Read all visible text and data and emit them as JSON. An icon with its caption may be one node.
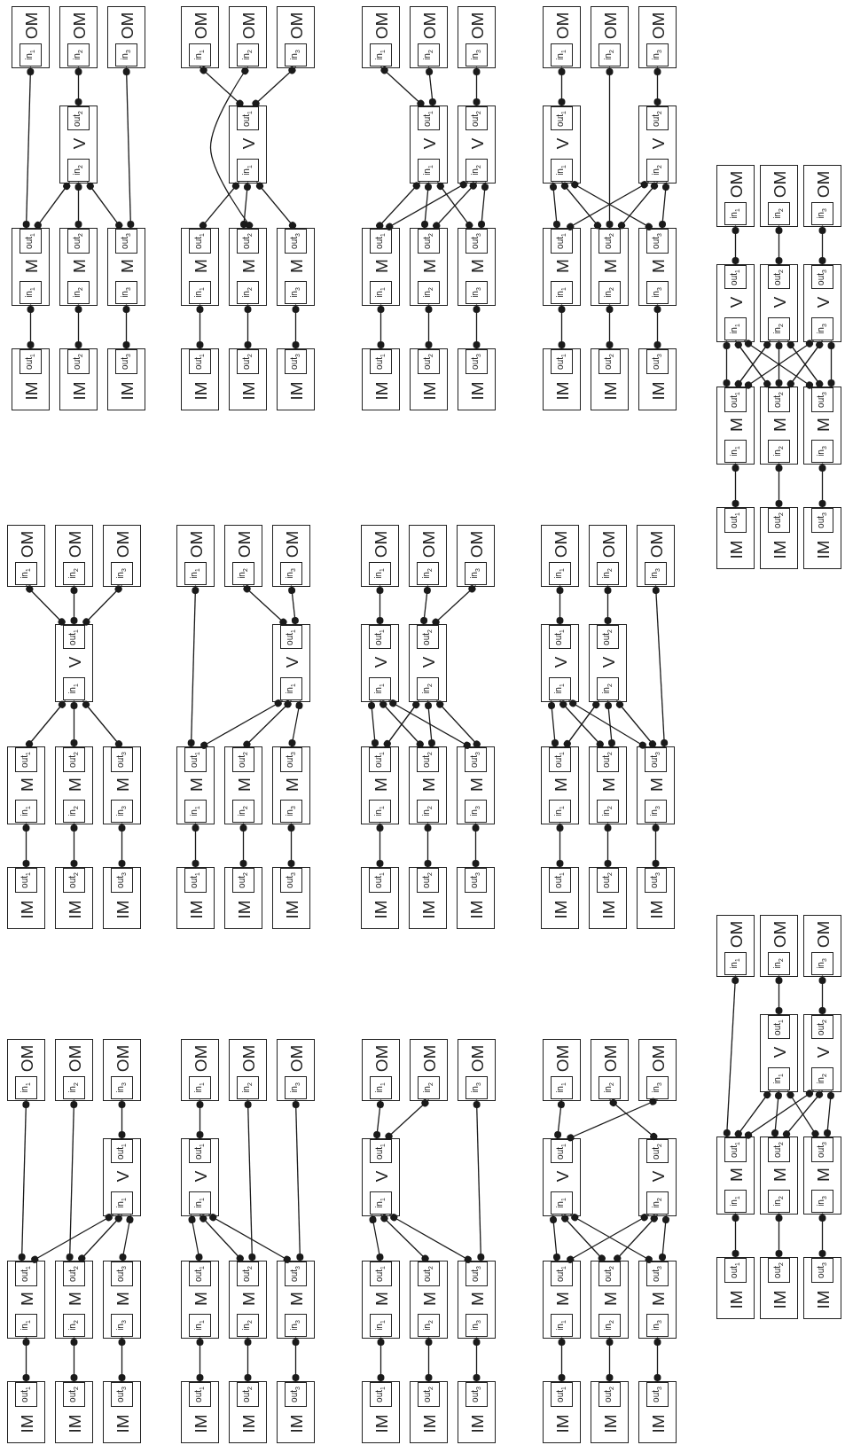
{
  "diagram": {
    "nodes": [
      {
        "text": [
          "OM"
        ]
      },
      {
        "text": [
          "in$_{1}$"
        ],
        "in": 0
      },
      {
        "text": [
          "OM"
        ]
      },
      {
        "text": [
          "in$_{2}$"
        ],
        "in": 2
      },
      {
        "text": [
          "OM"
        ]
      },
      {
        "text": [
          "in$_{3}$"
        ],
        "in": 4
      },
      {
        "text": [
          "V"
        ]
      },
      {
        "text": [
          "out$_{2}$"
        ],
        "in": 6
      },
      {
        "text": [
          "in$_{2}$"
        ],
        "in": 6
      },
      {
        "text": [
          "M"
        ]
      },
      {
        "text": [
          "out$_{1}$"
        ],
        "in": 9
      },
      {
        "text": [
          "in$_{1}$"
        ],
        "in": 9
      },
      {
        "text": [
          "M"
        ]
      },
      {
        "text": [
          "out$_{2}$"
        ],
        "in": 12
      },
      {
        "text": [
          "in$_{2}$"
        ],
        "in": 12
      },
      {
        "text": [
          "M"
        ]
      },
      {
        "text": [
          "out$_{3}$"
        ],
        "in": 15
      },
      {
        "text": [
          "in$_{3}$"
        ],
        "in": 15
      },
      {
        "text": [
          "IM"
        ]
      },
      {
        "text": [
          "out$_{1}$"
        ],
        "in": 18
      },
      {
        "text": [
          "IM"
        ]
      },
      {
        "text": [
          "out$_{2}$"
        ],
        "in": 20
      },
      {
        "text": [
          "IM"
        ]
      },
      {
        "text": [
          "out$_{3}$"
        ],
        "in": 22
      },
      {
        "text": [
          "OM"
        ]
      },
      {
        "text": [
          "in$_{1}$"
        ],
        "in": 24
      },
      {
        "text": [
          "OM"
        ]
      },
      {
        "text": [
          "in$_{2}$"
        ],
        "in": 26
      },
      {
        "text": [
          "OM"
        ]
      },
      {
        "text": [
          "in$_{3}$"
        ],
        "in": 28
      },
      {
        "text": [
          "V"
        ]
      },
      {
        "text": [
          "out$_{1}$"
        ],
        "in": 30
      },
      {
        "text": [
          "in$_{1}$"
        ],
        "in": 30
      },
      {
        "text": [
          "M"
        ]
      },
      {
        "text": [
          "out$_{1}$"
        ],
        "in": 33
      },
      {
        "text": [
          "in$_{1}$"
        ],
        "in": 33
      },
      {
        "text": [
          "M"
        ]
      },
      {
        "text": [
          "out$_{2}$"
        ],
        "in": 36
      },
      {
        "text": [
          "in$_{2}$"
        ],
        "in": 36
      },
      {
        "text": [
          "M"
        ]
      },
      {
        "text": [
          "out$_{3}$"
        ],
        "in": 39
      },
      {
        "text": [
          "in$_{3}$"
        ],
        "in": 39
      },
      {
        "text": [
          "IM"
        ]
      },
      {
        "text": [
          "out$_{1}$"
        ],
        "in": 42
      },
      {
        "text": [
          "IM"
        ]
      },
      {
        "text": [
          "out$_{2}$"
        ],
        "in": 44
      },
      {
        "text": [
          "IM"
        ]
      },
      {
        "text": [
          "out$_{3}$"
        ],
        "in": 46
      },
      {
        "text": [
          "OM"
        ]
      },
      {
        "text": [
          "in$_{1}$"
        ],
        "in": 48
      },
      {
        "text": [
          "OM"
        ]
      },
      {
        "text": [
          "in$_{2}$"
        ],
        "in": 50
      },
      {
        "text": [
          "OM"
        ]
      },
      {
        "text": [
          "in$_{3}$"
        ],
        "in": 52
      },
      {
        "text": [
          "V"
        ]
      },
      {
        "text": [
          "out$_{1}$"
        ],
        "in": 54
      },
      {
        "text": [
          "in$_{1}$"
        ],
        "in": 54
      },
      {
        "text": [
          "V"
        ]
      },
      {
        "text": [
          "out$_{2}$"
        ],
        "in": 57
      },
      {
        "text": [
          "in$_{2}$"
        ],
        "in": 57
      },
      {
        "text": [
          "M"
        ]
      },
      {
        "text": [
          "out$_{1}$"
        ],
        "in": 60
      },
      {
        "text": [
          "in$_{1}$"
        ],
        "in": 60
      },
      {
        "text": [
          "M"
        ]
      },
      {
        "text": [
          "out$_{2}$"
        ],
        "in": 63
      },
      {
        "text": [
          "in$_{2}$"
        ],
        "in": 63
      },
      {
        "text": [
          "M"
        ]
      },
      {
        "text": [
          "out$_{3}$"
        ],
        "in": 66
      },
      {
        "text": [
          "in$_{3}$"
        ],
        "in": 66
      },
      {
        "text": [
          "IM"
        ]
      },
      {
        "text": [
          "out$_{1}$"
        ],
        "in": 69
      },
      {
        "text": [
          "IM"
        ]
      },
      {
        "text": [
          "out$_{2}$"
        ],
        "in": 71
      },
      {
        "text": [
          "IM"
        ]
      },
      {
        "text": [
          "out$_{3}$"
        ],
        "in": 73
      },
      {
        "text": [
          "OM"
        ]
      },
      {
        "text": [
          "in$_{1}$"
        ],
        "in": 75
      },
      {
        "text": [
          "OM"
        ]
      },
      {
        "text": [
          "in$_{2}$"
        ],
        "in": 77
      },
      {
        "text": [
          "OM"
        ]
      },
      {
        "text": [
          "in$_{3}$"
        ],
        "in": 79
      },
      {
        "text": [
          "V"
        ]
      },
      {
        "text": [
          "out$_{1}$"
        ],
        "in": 81
      },
      {
        "text": [
          "in$_{1}$"
        ],
        "in": 81
      },
      {
        "text": [
          "V"
        ]
      },
      {
        "text": [
          "out$_{2}$"
        ],
        "in": 84
      },
      {
        "text": [
          "in$_{2}$"
        ],
        "in": 84
      },
      {
        "text": [
          "M"
        ]
      },
      {
        "text": [
          "out$_{1}$"
        ],
        "in": 87
      },
      {
        "text": [
          "in$_{1}$"
        ],
        "in": 87
      },
      {
        "text": [
          "M"
        ]
      },
      {
        "text": [
          "out$_{2}$"
        ],
        "in": 90
      },
      {
        "text": [
          "in$_{2}$"
        ],
        "in": 90
      },
      {
        "text": [
          "M"
        ]
      },
      {
        "text": [
          "out$_{3}$"
        ],
        "in": 93
      },
      {
        "text": [
          "in$_{3}$"
        ],
        "in": 93
      },
      {
        "text": [
          "IM"
        ]
      },
      {
        "text": [
          "out$_{1}$"
        ],
        "in": 96
      },
      {
        "text": [
          "IM"
        ]
      },
      {
        "text": [
          "out$_{2}$"
        ],
        "in": 98
      },
      {
        "text": [
          "IM"
        ]
      },
      {
        "text": [
          "out$_{3}$"
        ],
        "in": 100
      },
      {
        "text": [
          "OM"
        ]
      },
      {
        "text": [
          "in$_{1}$"
        ],
        "in": 102
      },
      {
        "text": [
          "OM"
        ]
      },
      {
        "text": [
          "in$_{2}$"
        ],
        "in": 104
      },
      {
        "text": [
          "OM"
        ]
      },
      {
        "text": [
          "in$_{3}$"
        ],
        "in": 106
      },
      {
        "text": [
          "V"
        ]
      },
      {
        "text": [
          "out$_{1}$"
        ],
        "in": 108
      },
      {
        "text": [
          "in$_{1}$"
        ],
        "in": 108
      },
      {
        "text": [
          "V"
        ]
      },
      {
        "text": [
          "out$_{2}$"
        ],
        "in": 111
      },
      {
        "text": [
          "in$_{2}$"
        ],
        "in": 111
      },
      {
        "text": [
          "V"
        ]
      },
      {
        "text": [
          "out$_{3}$"
        ],
        "in": 114
      },
      {
        "text": [
          "in$_{3}$"
        ],
        "in": 114
      },
      {
        "text": [
          "M"
        ]
      },
      {
        "text": [
          "out$_{1}$"
        ],
        "in": 117
      },
      {
        "text": [
          "in$_{1}$"
        ],
        "in": 117
      },
      {
        "text": [
          "M"
        ]
      },
      {
        "text": [
          "out$_{2}$"
        ],
        "in": 120
      },
      {
        "text": [
          "in$_{2}$"
        ],
        "in": 120
      },
      {
        "text": [
          "M"
        ]
      },
      {
        "text": [
          "out$_{3}$"
        ],
        "in": 123
      },
      {
        "text": [
          "in$_{3}$"
        ],
        "in": 123
      },
      {
        "text": [
          "IM"
        ]
      },
      {
        "text": [
          "out$_{1}$"
        ],
        "in": 126
      },
      {
        "text": [
          "IM"
        ]
      },
      {
        "text": [
          "out$_{2}$"
        ],
        "in": 128
      },
      {
        "text": [
          "IM"
        ]
      },
      {
        "text": [
          "out$_{3}$"
        ],
        "in": 130
      },
      {
        "text": [
          "OM"
        ]
      },
      {
        "text": [
          "in$_{1}$"
        ],
        "in": 132
      },
      {
        "text": [
          "OM"
        ]
      },
      {
        "text": [
          "in$_{2}$"
        ],
        "in": 134
      },
      {
        "text": [
          "OM"
        ]
      },
      {
        "text": [
          "in$_{3}$"
        ],
        "in": 136
      },
      {
        "text": [
          "V"
        ]
      },
      {
        "text": [
          "out$_{1}$"
        ],
        "in": 138
      },
      {
        "text": [
          "in$_{1}$"
        ],
        "in": 138
      },
      {
        "text": [
          "M"
        ]
      },
      {
        "text": [
          "out$_{1}$"
        ],
        "in": 141
      },
      {
        "text": [
          "in$_{1}$"
        ],
        "in": 141
      },
      {
        "text": [
          "M"
        ]
      },
      {
        "text": [
          "out$_{2}$"
        ],
        "in": 144
      },
      {
        "text": [
          "in$_{2}$"
        ],
        "in": 144
      },
      {
        "text": [
          "M"
        ]
      },
      {
        "text": [
          "out$_{3}$"
        ],
        "in": 147
      },
      {
        "text": [
          "in$_{3}$"
        ],
        "in": 147
      },
      {
        "text": [
          "IM"
        ]
      },
      {
        "text": [
          "out$_{1}$"
        ],
        "in": 150
      },
      {
        "text": [
          "IM"
        ]
      },
      {
        "text": [
          "out$_{2}$"
        ],
        "in": 152
      },
      {
        "text": [
          "IM"
        ]
      },
      {
        "text": [
          "out$_{3}$"
        ],
        "in": 154
      },
      {
        "text": [
          "OM"
        ]
      },
      {
        "text": [
          "in$_{1}$"
        ],
        "in": 156
      },
      {
        "text": [
          "OM"
        ]
      },
      {
        "text": [
          "in$_{2}$"
        ],
        "in": 158
      },
      {
        "text": [
          "OM"
        ]
      },
      {
        "text": [
          "in$_{3}$"
        ],
        "in": 160
      },
      {
        "text": [
          "V"
        ]
      },
      {
        "text": [
          "out$_{1}$"
        ],
        "in": 162
      },
      {
        "text": [
          "in$_{1}$"
        ],
        "in": 162
      },
      {
        "text": [
          "M"
        ]
      },
      {
        "text": [
          "out$_{1}$"
        ],
        "in": 165
      },
      {
        "text": [
          "in$_{1}$"
        ],
        "in": 165
      },
      {
        "text": [
          "M"
        ]
      },
      {
        "text": [
          "out$_{2}$"
        ],
        "in": 168
      },
      {
        "text": [
          "in$_{2}$"
        ],
        "in": 168
      },
      {
        "text": [
          "M"
        ]
      },
      {
        "text": [
          "out$_{3}$"
        ],
        "in": 171
      },
      {
        "text": [
          "in$_{3}$"
        ],
        "in": 171
      },
      {
        "text": [
          "IM"
        ]
      },
      {
        "text": [
          "out$_{1}$"
        ],
        "in": 174
      },
      {
        "text": [
          "IM"
        ]
      },
      {
        "text": [
          "out$_{2}$"
        ],
        "in": 176
      },
      {
        "text": [
          "IM"
        ]
      },
      {
        "text": [
          "out$_{3}$"
        ],
        "in": 178
      },
      {
        "text": [
          "OM"
        ]
      },
      {
        "text": [
          "in$_{1}$"
        ],
        "in": 180
      },
      {
        "text": [
          "OM"
        ]
      },
      {
        "text": [
          "in$_{2}$"
        ],
        "in": 182
      },
      {
        "text": [
          "OM"
        ]
      },
      {
        "text": [
          "in$_{3}$"
        ],
        "in": 184
      },
      {
        "text": [
          "V"
        ]
      },
      {
        "text": [
          "out$_{1}$"
        ],
        "in": 186
      },
      {
        "text": [
          "in$_{1}$"
        ],
        "in": 186
      },
      {
        "text": [
          "V"
        ]
      },
      {
        "text": [
          "out$_{2}$"
        ],
        "in": 189
      },
      {
        "text": [
          "in$_{2}$"
        ],
        "in": 189
      },
      {
        "text": [
          "M"
        ]
      },
      {
        "text": [
          "out$_{1}$"
        ],
        "in": 192
      },
      {
        "text": [
          "in$_{1}$"
        ],
        "in": 192
      },
      {
        "text": [
          "M"
        ]
      },
      {
        "text": [
          "out$_{2}$"
        ],
        "in": 195
      },
      {
        "text": [
          "in$_{2}$"
        ],
        "in": 195
      },
      {
        "text": [
          "M"
        ]
      },
      {
        "text": [
          "out$_{3}$"
        ],
        "in": 198
      },
      {
        "text": [
          "in$_{3}$"
        ],
        "in": 198
      },
      {
        "text": [
          "IM"
        ]
      },
      {
        "text": [
          "out$_{1}$"
        ],
        "in": 201
      },
      {
        "text": [
          "IM"
        ]
      },
      {
        "text": [
          "out$_{2}$"
        ],
        "in": 203
      },
      {
        "text": [
          "IM"
        ]
      },
      {
        "text": [
          "out$_{3}$"
        ],
        "in": 205
      },
      {
        "text": [
          "OM"
        ]
      },
      {
        "text": [
          "in$_{1}$"
        ],
        "in": 207
      },
      {
        "text": [
          "OM"
        ]
      },
      {
        "text": [
          "in$_{2}$"
        ],
        "in": 209
      },
      {
        "text": [
          "OM"
        ]
      },
      {
        "text": [
          "in$_{3}$"
        ],
        "in": 211
      },
      {
        "text": [
          "V"
        ]
      },
      {
        "text": [
          "out$_{1}$"
        ],
        "in": 213
      },
      {
        "text": [
          "in$_{1}$"
        ],
        "in": 213
      },
      {
        "text": [
          "V"
        ]
      },
      {
        "text": [
          "out$_{2}$"
        ],
        "in": 216
      },
      {
        "text": [
          "in$_{2}$"
        ],
        "in": 216
      },
      {
        "text": [
          "M"
        ]
      },
      {
        "text": [
          "out$_{1}$"
        ],
        "in": 219
      },
      {
        "text": [
          "in$_{1}$"
        ],
        "in": 219
      },
      {
        "text": [
          "M"
        ]
      },
      {
        "text": [
          "out$_{2}$"
        ],
        "in": 222
      },
      {
        "text": [
          "in$_{2}$"
        ],
        "in": 222
      },
      {
        "text": [
          "M"
        ]
      },
      {
        "text": [
          "out$_{3}$"
        ],
        "in": 225
      },
      {
        "text": [
          "in$_{3}$"
        ],
        "in": 225
      },
      {
        "text": [
          "IM"
        ]
      },
      {
        "text": [
          "out$_{1}$"
        ],
        "in": 228
      },
      {
        "text": [
          "IM"
        ]
      },
      {
        "text": [
          "out$_{2}$"
        ],
        "in": 230
      },
      {
        "text": [
          "IM"
        ]
      },
      {
        "text": [
          "out$_{3}$"
        ],
        "in": 232
      },
      {
        "text": [
          "OM"
        ]
      },
      {
        "text": [
          "in$_{1}$"
        ],
        "in": 234
      },
      {
        "text": [
          "OM"
        ]
      },
      {
        "text": [
          "in$_{2}$"
        ],
        "in": 236
      },
      {
        "text": [
          "OM"
        ]
      },
      {
        "text": [
          "in$_{3}$"
        ],
        "in": 238
      },
      {
        "text": [
          "V"
        ]
      },
      {
        "text": [
          "out$_{1}$"
        ],
        "in": 240
      },
      {
        "text": [
          "in$_{1}$"
        ],
        "in": 240
      },
      {
        "text": [
          "M"
        ]
      },
      {
        "text": [
          "out$_{1}$"
        ],
        "in": 243
      },
      {
        "text": [
          "in$_{1}$"
        ],
        "in": 243
      },
      {
        "text": [
          "M"
        ]
      },
      {
        "text": [
          "out$_{2}$"
        ],
        "in": 246
      },
      {
        "text": [
          "in$_{2}$"
        ],
        "in": 246
      },
      {
        "text": [
          "M"
        ]
      },
      {
        "text": [
          "out$_{3}$"
        ],
        "in": 249
      },
      {
        "text": [
          "in$_{3}$"
        ],
        "in": 249
      },
      {
        "text": [
          "IM"
        ]
      },
      {
        "text": [
          "out$_{1}$"
        ],
        "in": 252
      },
      {
        "text": [
          "IM"
        ]
      },
      {
        "text": [
          "out$_{2}$"
        ],
        "in": 254
      },
      {
        "text": [
          "IM"
        ]
      },
      {
        "text": [
          "out$_{3}$"
        ],
        "in": 256
      },
      {
        "text": [
          "OM"
        ]
      },
      {
        "text": [
          "in$_{1}$"
        ],
        "in": 258
      },
      {
        "text": [
          "OM"
        ]
      },
      {
        "text": [
          "in$_{2}$"
        ],
        "in": 260
      },
      {
        "text": [
          "OM"
        ]
      },
      {
        "text": [
          "in$_{3}$"
        ],
        "in": 262
      },
      {
        "text": [
          "V"
        ]
      },
      {
        "text": [
          "out$_{1}$"
        ],
        "in": 264
      },
      {
        "text": [
          "in$_{1}$"
        ],
        "in": 264
      },
      {
        "text": [
          "M"
        ]
      },
      {
        "text": [
          "out$_{1}$"
        ],
        "in": 267
      },
      {
        "text": [
          "in$_{1}$"
        ],
        "in": 267
      },
      {
        "text": [
          "M"
        ]
      },
      {
        "text": [
          "out$_{2}$"
        ],
        "in": 270
      },
      {
        "text": [
          "in$_{2}$"
        ],
        "in": 270
      },
      {
        "text": [
          "M"
        ]
      },
      {
        "text": [
          "out$_{3}$"
        ],
        "in": 273
      },
      {
        "text": [
          "in$_{3}$"
        ],
        "in": 273
      },
      {
        "text": [
          "IM"
        ]
      },
      {
        "text": [
          "out$_{1}$"
        ],
        "in": 276
      },
      {
        "text": [
          "IM"
        ]
      },
      {
        "text": [
          "out$_{2}$"
        ],
        "in": 278
      },
      {
        "text": [
          "IM"
        ]
      },
      {
        "text": [
          "out$_{3}$"
        ],
        "in": 280
      },
      {
        "text": [
          "OM"
        ]
      },
      {
        "text": [
          "in$_{1}$"
        ],
        "in": 282
      },
      {
        "text": [
          "OM"
        ]
      },
      {
        "text": [
          "in$_{2}$"
        ],
        "in": 284
      },
      {
        "text": [
          "OM"
        ]
      },
      {
        "text": [
          "in$_{3}$"
        ],
        "in": 286
      },
      {
        "text": [
          "V"
        ]
      },
      {
        "text": [
          "out$_{1}$"
        ],
        "in": 288
      },
      {
        "text": [
          "in$_{1}$"
        ],
        "in": 288
      },
      {
        "text": [
          "M"
        ]
      },
      {
        "text": [
          "out$_{1}$"
        ],
        "in": 291
      },
      {
        "text": [
          "in$_{1}$"
        ],
        "in": 291
      },
      {
        "text": [
          "M"
        ]
      },
      {
        "text": [
          "out$_{2}$"
        ],
        "in": 294
      },
      {
        "text": [
          "in$_{2}$"
        ],
        "in": 294
      },
      {
        "text": [
          "M"
        ]
      },
      {
        "text": [
          "out$_{3}$"
        ],
        "in": 297
      },
      {
        "text": [
          "in$_{3}$"
        ],
        "in": 297
      },
      {
        "text": [
          "IM"
        ]
      },
      {
        "text": [
          "out$_{1}$"
        ],
        "in": 300
      },
      {
        "text": [
          "IM"
        ]
      },
      {
        "text": [
          "out$_{2}$"
        ],
        "in": 302
      },
      {
        "text": [
          "IM"
        ]
      },
      {
        "text": [
          "out$_{3}$"
        ],
        "in": 304
      },
      {
        "text": [
          "OM"
        ]
      },
      {
        "text": [
          "in$_{1}$"
        ],
        "in": 306
      },
      {
        "text": [
          "OM"
        ]
      },
      {
        "text": [
          "in$_{2}$"
        ],
        "in": 308
      },
      {
        "text": [
          "OM"
        ]
      },
      {
        "text": [
          "in$_{3}$"
        ],
        "in": 310
      },
      {
        "text": [
          "V"
        ]
      },
      {
        "text": [
          "out$_{1}$"
        ],
        "in": 312
      },
      {
        "text": [
          "in$_{1}$"
        ],
        "in": 312
      },
      {
        "text": [
          "V"
        ]
      },
      {
        "text": [
          "out$_{2}$"
        ],
        "in": 315
      },
      {
        "text": [
          "in$_{2}$"
        ],
        "in": 315
      },
      {
        "text": [
          "M"
        ]
      },
      {
        "text": [
          "out$_{1}$"
        ],
        "in": 318
      },
      {
        "text": [
          "in$_{1}$"
        ],
        "in": 318
      },
      {
        "text": [
          "M"
        ]
      },
      {
        "text": [
          "out$_{2}$"
        ],
        "in": 321
      },
      {
        "text": [
          "in$_{2}$"
        ],
        "in": 321
      },
      {
        "text": [
          "M"
        ]
      },
      {
        "text": [
          "out$_{3}$"
        ],
        "in": 324
      },
      {
        "text": [
          "in$_{3}$"
        ],
        "in": 324
      },
      {
        "text": [
          "IM"
        ]
      },
      {
        "text": [
          "out$_{1}$"
        ],
        "in": 327
      },
      {
        "text": [
          "IM"
        ]
      },
      {
        "text": [
          "out$_{2}$"
        ],
        "in": 329
      },
      {
        "text": [
          "IM"
        ]
      },
      {
        "text": [
          "out$_{3}$"
        ],
        "in": 331
      },
      {
        "text": [
          "OM"
        ]
      },
      {
        "text": [
          "in$_{1}$"
        ],
        "in": 333
      },
      {
        "text": [
          "OM"
        ]
      },
      {
        "text": [
          "in$_{2}$"
        ],
        "in": 335
      },
      {
        "text": [
          "OM"
        ]
      },
      {
        "text": [
          "in$_{3}$"
        ],
        "in": 337
      },
      {
        "text": [
          "V"
        ]
      },
      {
        "text": [
          "out$_{1}$"
        ],
        "in": 339
      },
      {
        "text": [
          "in$_{1}$"
        ],
        "in": 339
      },
      {
        "text": [
          "V"
        ]
      },
      {
        "text": [
          "out$_{2}$"
        ],
        "in": 342
      },
      {
        "text": [
          "in$_{2}$"
        ],
        "in": 342
      },
      {
        "text": [
          "M"
        ]
      },
      {
        "text": [
          "out$_{1}$"
        ],
        "in": 345
      },
      {
        "text": [
          "in$_{1}$"
        ],
        "in": 345
      },
      {
        "text": [
          "M"
        ]
      },
      {
        "text": [
          "out$_{2}$"
        ],
        "in": 348
      },
      {
        "text": [
          "in$_{2}$"
        ],
        "in": 348
      },
      {
        "text": [
          "M"
        ]
      },
      {
        "text": [
          "out$_{3}$"
        ],
        "in": 351
      },
      {
        "text": [
          "in$_{3}$"
        ],
        "in": 351
      },
      {
        "text": [
          "IM"
        ]
      },
      {
        "text": [
          "out$_{1}$"
        ],
        "in": 354
      },
      {
        "text": [
          "IM"
        ]
      },
      {
        "text": [
          "out$_{2}$"
        ],
        "in": 356
      },
      {
        "text": [
          "IM"
        ]
      },
      {
        "text": [
          "out$_{3}$"
        ],
        "in": 358
      }
    ],
    "edges": [
      {
        "from": 19,
        "to": 11,
        "arrow": "other"
      },
      {
        "from": 21,
        "to": 14,
        "arrow": "other"
      },
      {
        "from": 23,
        "to": 17,
        "arrow": "other"
      },
      {
        "from": 10,
        "to": 1,
        "arrow": "other"
      },
      {
        "from": 10,
        "to": 8,
        "arrow": "other"
      },
      {
        "from": 13,
        "to": 8,
        "arrow": "other"
      },
      {
        "from": 16,
        "to": 8,
        "arrow": "other"
      },
      {
        "from": 7,
        "to": 3,
        "arrow": "other"
      },
      {
        "from": 16,
        "to": 5,
        "arrow": "other"
      },
      {
        "from": 43,
        "to": 35,
        "arrow": "other"
      },
      {
        "from": 45,
        "to": 38,
        "arrow": "other"
      },
      {
        "from": 47,
        "to": 41,
        "arrow": "other"
      },
      {
        "from": 34,
        "to": 32,
        "arrow": "other"
      },
      {
        "from": 37,
        "to": 32,
        "arrow": "other"
      },
      {
        "from": 40,
        "to": 32,
        "arrow": "other"
      },
      {
        "from": 31,
        "to": 25,
        "arrow": "other"
      },
      {
        "from": 31,
        "to": 29,
        "arrow": "other"
      },
      {
        "from": 37,
        "to": 27,
        "arrow": "other"
      },
      {
        "from": 70,
        "to": 62,
        "arrow": "other"
      },
      {
        "from": 72,
        "to": 65,
        "arrow": "other"
      },
      {
        "from": 74,
        "to": 68,
        "arrow": "other"
      },
      {
        "from": 61,
        "to": 56,
        "arrow": "other"
      },
      {
        "from": 64,
        "to": 56,
        "arrow": "other"
      },
      {
        "from": 67,
        "to": 56,
        "arrow": "other"
      },
      {
        "from": 61,
        "to": 59,
        "arrow": "other"
      },
      {
        "from": 64,
        "to": 59,
        "arrow": "other"
      },
      {
        "from": 67,
        "to": 59,
        "arrow": "other"
      },
      {
        "from": 55,
        "to": 49,
        "arrow": "other"
      },
      {
        "from": 55,
        "to": 51,
        "arrow": "other"
      },
      {
        "from": 58,
        "to": 53,
        "arrow": "other"
      },
      {
        "from": 97,
        "to": 89,
        "arrow": "other"
      },
      {
        "from": 99,
        "to": 92,
        "arrow": "other"
      },
      {
        "from": 101,
        "to": 95,
        "arrow": "other"
      },
      {
        "from": 88,
        "to": 83,
        "arrow": "other"
      },
      {
        "from": 91,
        "to": 83,
        "arrow": "other"
      },
      {
        "from": 94,
        "to": 83,
        "arrow": "other"
      },
      {
        "from": 88,
        "to": 86,
        "arrow": "other"
      },
      {
        "from": 91,
        "to": 86,
        "arrow": "other"
      },
      {
        "from": 94,
        "to": 86,
        "arrow": "other"
      },
      {
        "from": 82,
        "to": 76,
        "arrow": "other"
      },
      {
        "from": 91,
        "to": 78,
        "arrow": "other"
      },
      {
        "from": 85,
        "to": 80,
        "arrow": "other"
      },
      {
        "from": 127,
        "to": 119,
        "arrow": "other"
      },
      {
        "from": 129,
        "to": 122,
        "arrow": "other"
      },
      {
        "from": 131,
        "to": 125,
        "arrow": "other"
      },
      {
        "from": 118,
        "to": 110,
        "arrow": "other"
      },
      {
        "from": 121,
        "to": 110,
        "arrow": "other"
      },
      {
        "from": 124,
        "to": 110,
        "arrow": "other"
      },
      {
        "from": 118,
        "to": 113,
        "arrow": "other"
      },
      {
        "from": 121,
        "to": 113,
        "arrow": "other"
      },
      {
        "from": 124,
        "to": 113,
        "arrow": "other"
      },
      {
        "from": 118,
        "to": 116,
        "arrow": "other"
      },
      {
        "from": 121,
        "to": 116,
        "arrow": "other"
      },
      {
        "from": 124,
        "to": 116,
        "arrow": "other"
      },
      {
        "from": 109,
        "to": 103,
        "arrow": "other"
      },
      {
        "from": 112,
        "to": 105,
        "arrow": "other"
      },
      {
        "from": 115,
        "to": 107,
        "arrow": "other"
      },
      {
        "from": 151,
        "to": 143,
        "arrow": "other"
      },
      {
        "from": 153,
        "to": 146,
        "arrow": "other"
      },
      {
        "from": 155,
        "to": 149,
        "arrow": "other"
      },
      {
        "from": 142,
        "to": 140,
        "arrow": "other"
      },
      {
        "from": 145,
        "to": 140,
        "arrow": "other"
      },
      {
        "from": 148,
        "to": 140,
        "arrow": "other"
      },
      {
        "from": 139,
        "to": 133,
        "arrow": "other"
      },
      {
        "from": 139,
        "to": 135,
        "arrow": "other"
      },
      {
        "from": 139,
        "to": 137,
        "arrow": "other"
      },
      {
        "from": 175,
        "to": 167,
        "arrow": "other"
      },
      {
        "from": 177,
        "to": 170,
        "arrow": "other"
      },
      {
        "from": 179,
        "to": 173,
        "arrow": "other"
      },
      {
        "from": 166,
        "to": 157,
        "arrow": "other"
      },
      {
        "from": 166,
        "to": 164,
        "arrow": "other"
      },
      {
        "from": 169,
        "to": 164,
        "arrow": "other"
      },
      {
        "from": 172,
        "to": 164,
        "arrow": "other"
      },
      {
        "from": 163,
        "to": 159,
        "arrow": "other"
      },
      {
        "from": 163,
        "to": 161,
        "arrow": "other"
      },
      {
        "from": 202,
        "to": 194,
        "arrow": "other"
      },
      {
        "from": 204,
        "to": 197,
        "arrow": "other"
      },
      {
        "from": 206,
        "to": 200,
        "arrow": "other"
      },
      {
        "from": 193,
        "to": 188,
        "arrow": "other"
      },
      {
        "from": 196,
        "to": 188,
        "arrow": "other"
      },
      {
        "from": 199,
        "to": 188,
        "arrow": "other"
      },
      {
        "from": 193,
        "to": 191,
        "arrow": "other"
      },
      {
        "from": 196,
        "to": 191,
        "arrow": "other"
      },
      {
        "from": 199,
        "to": 191,
        "arrow": "other"
      },
      {
        "from": 187,
        "to": 181,
        "arrow": "other"
      },
      {
        "from": 190,
        "to": 183,
        "arrow": "other"
      },
      {
        "from": 190,
        "to": 185,
        "arrow": "other"
      },
      {
        "from": 229,
        "to": 221,
        "arrow": "other"
      },
      {
        "from": 231,
        "to": 224,
        "arrow": "other"
      },
      {
        "from": 233,
        "to": 227,
        "arrow": "other"
      },
      {
        "from": 220,
        "to": 215,
        "arrow": "other"
      },
      {
        "from": 223,
        "to": 215,
        "arrow": "other"
      },
      {
        "from": 226,
        "to": 215,
        "arrow": "other"
      },
      {
        "from": 220,
        "to": 218,
        "arrow": "other"
      },
      {
        "from": 223,
        "to": 218,
        "arrow": "other"
      },
      {
        "from": 226,
        "to": 218,
        "arrow": "other"
      },
      {
        "from": 214,
        "to": 208,
        "arrow": "other"
      },
      {
        "from": 217,
        "to": 210,
        "arrow": "other"
      },
      {
        "from": 226,
        "to": 212,
        "arrow": "other"
      },
      {
        "from": 253,
        "to": 245,
        "arrow": "other"
      },
      {
        "from": 255,
        "to": 248,
        "arrow": "other"
      },
      {
        "from": 257,
        "to": 251,
        "arrow": "other"
      },
      {
        "from": 244,
        "to": 235,
        "arrow": "other"
      },
      {
        "from": 247,
        "to": 237,
        "arrow": "other"
      },
      {
        "from": 241,
        "to": 239,
        "arrow": "other"
      },
      {
        "from": 244,
        "to": 242,
        "arrow": "other"
      },
      {
        "from": 247,
        "to": 242,
        "arrow": "other"
      },
      {
        "from": 250,
        "to": 242,
        "arrow": "other"
      },
      {
        "from": 277,
        "to": 269,
        "arrow": "other"
      },
      {
        "from": 279,
        "to": 272,
        "arrow": "other"
      },
      {
        "from": 281,
        "to": 275,
        "arrow": "other"
      },
      {
        "from": 265,
        "to": 259,
        "arrow": "other"
      },
      {
        "from": 271,
        "to": 261,
        "arrow": "other"
      },
      {
        "from": 274,
        "to": 263,
        "arrow": "other"
      },
      {
        "from": 268,
        "to": 266,
        "arrow": "other"
      },
      {
        "from": 271,
        "to": 266,
        "arrow": "other"
      },
      {
        "from": 274,
        "to": 266,
        "arrow": "other"
      },
      {
        "from": 301,
        "to": 293,
        "arrow": "other"
      },
      {
        "from": 303,
        "to": 296,
        "arrow": "other"
      },
      {
        "from": 305,
        "to": 299,
        "arrow": "other"
      },
      {
        "from": 289,
        "to": 283,
        "arrow": "other"
      },
      {
        "from": 289,
        "to": 285,
        "arrow": "other"
      },
      {
        "from": 298,
        "to": 287,
        "arrow": "other"
      },
      {
        "from": 292,
        "to": 290,
        "arrow": "other"
      },
      {
        "from": 295,
        "to": 290,
        "arrow": "other"
      },
      {
        "from": 298,
        "to": 290,
        "arrow": "other"
      },
      {
        "from": 328,
        "to": 320,
        "arrow": "other"
      },
      {
        "from": 330,
        "to": 323,
        "arrow": "other"
      },
      {
        "from": 332,
        "to": 326,
        "arrow": "other"
      },
      {
        "from": 319,
        "to": 314,
        "arrow": "other"
      },
      {
        "from": 322,
        "to": 314,
        "arrow": "other"
      },
      {
        "from": 325,
        "to": 314,
        "arrow": "other"
      },
      {
        "from": 319,
        "to": 317,
        "arrow": "other"
      },
      {
        "from": 322,
        "to": 317,
        "arrow": "other"
      },
      {
        "from": 325,
        "to": 317,
        "arrow": "other"
      },
      {
        "from": 313,
        "to": 307,
        "arrow": "other"
      },
      {
        "from": 313,
        "to": 311,
        "arrow": "other"
      },
      {
        "from": 316,
        "to": 309,
        "arrow": "other"
      },
      {
        "from": 355,
        "to": 347,
        "arrow": "other"
      },
      {
        "from": 357,
        "to": 350,
        "arrow": "other"
      },
      {
        "from": 359,
        "to": 353,
        "arrow": "other"
      },
      {
        "from": 346,
        "to": 341,
        "arrow": "other"
      },
      {
        "from": 349,
        "to": 341,
        "arrow": "other"
      },
      {
        "from": 352,
        "to": 341,
        "arrow": "other"
      },
      {
        "from": 346,
        "to": 344,
        "arrow": "other"
      },
      {
        "from": 349,
        "to": 344,
        "arrow": "other"
      },
      {
        "from": 352,
        "to": 344,
        "arrow": "other"
      },
      {
        "from": 346,
        "to": 334,
        "arrow": "other"
      },
      {
        "from": 340,
        "to": 336,
        "arrow": "other"
      },
      {
        "from": 343,
        "to": 338,
        "arrow": "other"
      }
    ]
  }
}
